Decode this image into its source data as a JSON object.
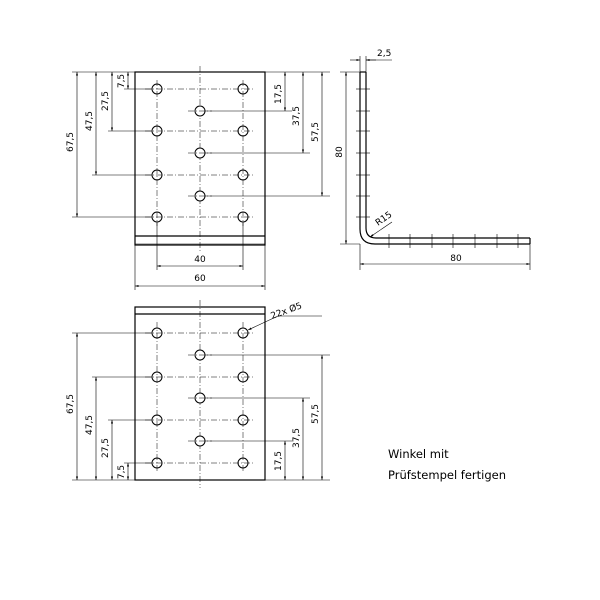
{
  "front_view": {
    "dims": {
      "d1": "7,5",
      "d2": "27,5",
      "d3": "47,5",
      "d4": "67,5",
      "r1": "17,5",
      "r2": "37,5",
      "r3": "57,5",
      "b1": "40",
      "b2": "60"
    }
  },
  "side_view": {
    "thickness": "2,5",
    "height": "80",
    "radius": "R15",
    "length": "80"
  },
  "bottom_view": {
    "holes": "22x Ø5",
    "dims": {
      "d1": "67,5",
      "d2": "47,5",
      "d3": "27,5",
      "d4": "7,5",
      "r1": "57,5",
      "r2": "37,5",
      "r3": "17,5"
    }
  },
  "note": {
    "line1": "Winkel mit",
    "line2": "Prüfstempel fertigen"
  }
}
